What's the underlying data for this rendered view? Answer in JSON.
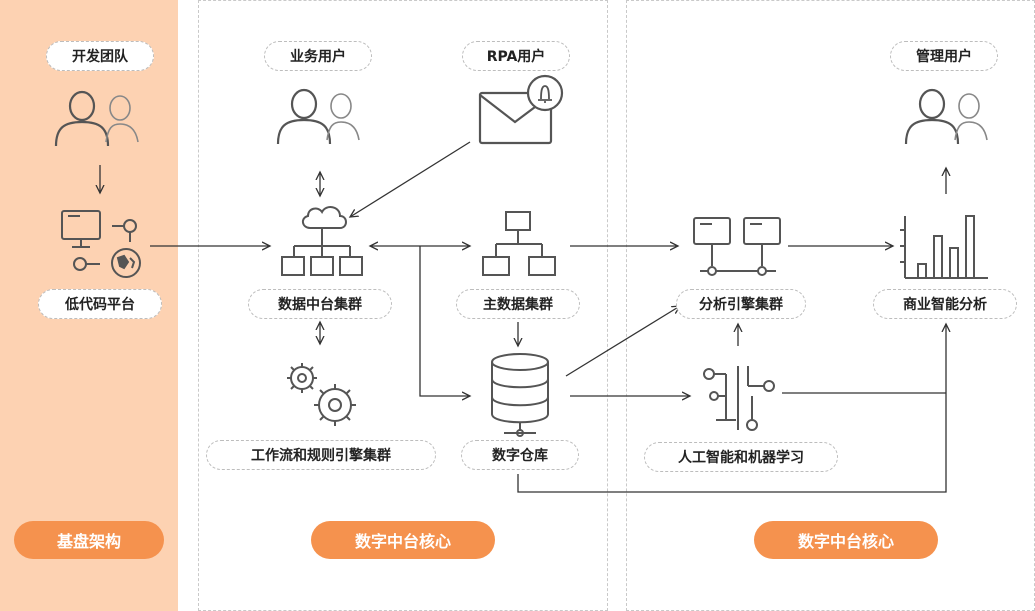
{
  "left_panel": {
    "team_label": "开发团队",
    "lowcode_label": "低代码平台",
    "footer_label": "基盘架构"
  },
  "middle_panel": {
    "business_users_label": "业务用户",
    "rpa_users_label": "RPA用户",
    "data_center_cluster_label": "数据中台集群",
    "master_data_cluster_label": "主数据集群",
    "workflow_engine_label": "工作流和规则引擎集群",
    "data_warehouse_label": "数字仓库",
    "footer_label": "数字中台核心"
  },
  "right_panel": {
    "admin_users_label": "管理用户",
    "analytics_engine_label": "分析引擎集群",
    "bi_label": "商业智能分析",
    "ai_ml_label": "人工智能和机器学习",
    "footer_label": "数字中台核心"
  },
  "colors": {
    "left_panel_bg": "#fdd2b2",
    "accent_orange": "#f5924e",
    "icon_stroke": "#555555",
    "arrow": "#333333"
  }
}
